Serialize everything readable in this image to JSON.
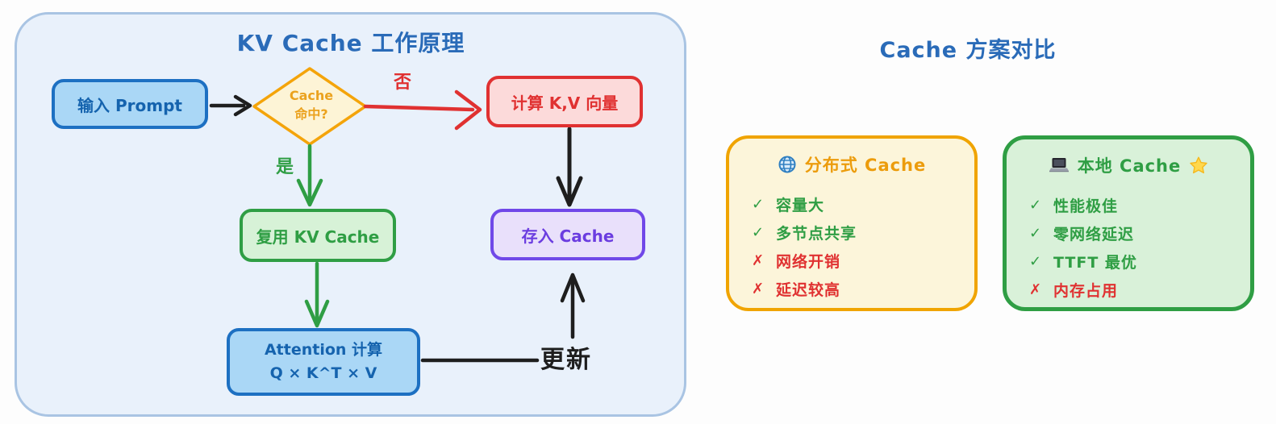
{
  "flowchart": {
    "title": "KV Cache 工作原理",
    "nodes": {
      "input": {
        "label": "输入 Prompt"
      },
      "decision": {
        "line1": "Cache",
        "line2": "命中?"
      },
      "compute": {
        "label": "计算 K,V 向量"
      },
      "reuse": {
        "label": "复用 KV Cache"
      },
      "store": {
        "label": "存入 Cache"
      },
      "attention": {
        "line1": "Attention 计算",
        "line2": "Q × K^T × V"
      }
    },
    "edge_labels": {
      "no": "否",
      "yes": "是",
      "update": "更新"
    }
  },
  "comparison": {
    "title": "Cache 方案对比",
    "cards": [
      {
        "icon": "globe-icon",
        "title": "分布式 Cache",
        "items": [
          {
            "mark": "✓",
            "text": "容量大"
          },
          {
            "mark": "✓",
            "text": "多节点共享"
          },
          {
            "mark": "✗",
            "text": "网络开销"
          },
          {
            "mark": "✗",
            "text": "延迟较高"
          }
        ]
      },
      {
        "icon": "laptop-icon",
        "title": "本地 Cache",
        "badge_icon": "star-icon",
        "items": [
          {
            "mark": "✓",
            "text": "性能极佳"
          },
          {
            "mark": "✓",
            "text": "零网络延迟"
          },
          {
            "mark": "✓",
            "text": "TTFT 最优"
          },
          {
            "mark": "✗",
            "text": "内存占用"
          }
        ]
      }
    ]
  },
  "colors": {
    "title_blue": "#2a6bb8",
    "node_blue_border": "#1d70c2",
    "node_blue_fill": "#aad7f6",
    "node_red_border": "#e03131",
    "node_red_fill": "#fcdada",
    "node_green_border": "#2f9e44",
    "node_green_fill": "#d7f2d7",
    "node_purple_border": "#7048e8",
    "node_purple_fill": "#e9e0fb",
    "diamond_border": "#f4a40a",
    "diamond_fill": "#fdf4d6",
    "container_fill": "#e9f1fb",
    "container_border": "#a9c4e3",
    "card_orange_border": "#f0a400",
    "card_orange_fill": "#fcf5da",
    "card_green_border": "#2f9e44",
    "card_green_fill": "#d9f1d9",
    "pro_green": "#2f9e44",
    "con_red": "#e03131",
    "arrow_black": "#1e1e1e"
  }
}
